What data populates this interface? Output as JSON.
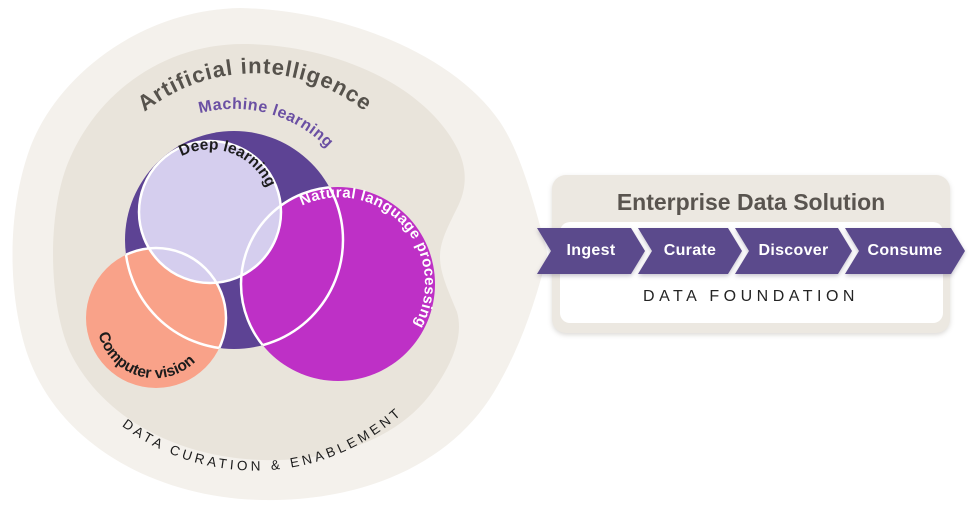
{
  "venn": {
    "ai_label": "Artificial intelligence",
    "ml_label": "Machine learning",
    "dl_label": "Deep learning",
    "nlp_label": "Natural language processing",
    "cv_label": "Computer vision",
    "curation_label": "DATA CURATION & ENABLEMENT",
    "colors": {
      "outer_blob": "#F4F1EC",
      "inner_blob": "#E9E4DB",
      "machine_learning_circle": "#5D4394",
      "deep_learning_circle": "#D5CEEE",
      "nlp_circle": "#BE30C6",
      "computer_vision_circle": "#F9A289",
      "ai_text": "#56524C",
      "ml_text": "#6A4FA3",
      "overlap_outline": "#FFFFFF"
    }
  },
  "solution": {
    "title": "Enterprise Data Solution",
    "stages": [
      {
        "label": "Ingest"
      },
      {
        "label": "Curate"
      },
      {
        "label": "Discover"
      },
      {
        "label": "Consume"
      }
    ],
    "foundation_label": "DATA FOUNDATION",
    "colors": {
      "panel": "#ECE8E1",
      "chevron": "#5B4A8C",
      "title_text": "#59544F"
    }
  }
}
